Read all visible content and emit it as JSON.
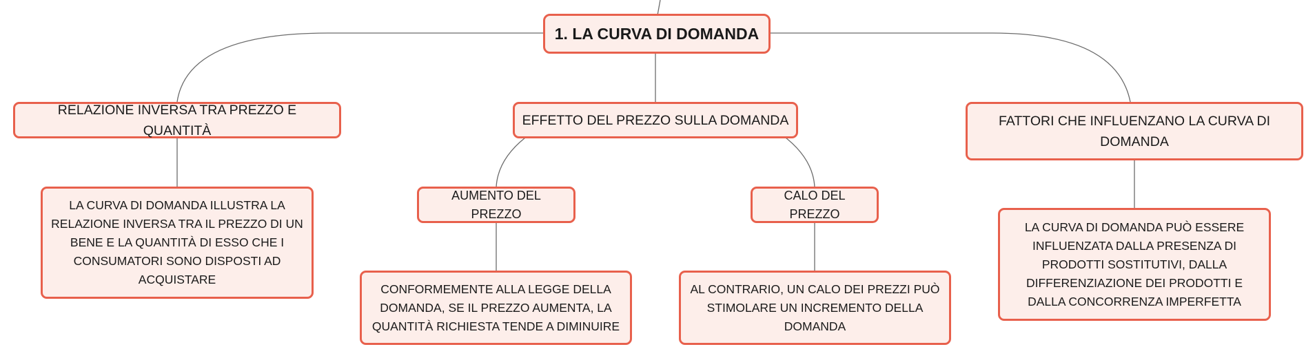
{
  "root": {
    "label": "1. LA CURVA DI DOMANDA"
  },
  "branches": [
    {
      "label": "RELAZIONE INVERSA TRA PREZZO E QUANTITÀ",
      "detail": "LA CURVA DI DOMANDA ILLUSTRA LA RELAZIONE INVERSA TRA IL PREZZO DI UN BENE E LA QUANTITÀ DI ESSO CHE I CONSUMATORI SONO DISPOSTI AD ACQUISTARE"
    },
    {
      "label": "EFFETTO DEL PREZZO SULLA DOMANDA",
      "children": [
        {
          "label": "AUMENTO DEL PREZZO",
          "detail": "CONFORMEMENTE ALLA LEGGE DELLA DOMANDA, SE IL PREZZO AUMENTA, LA QUANTITÀ RICHIESTA TENDE A DIMINUIRE"
        },
        {
          "label": "CALO DEL PREZZO",
          "detail": "AL CONTRARIO, UN CALO DEI PREZZI PUÒ STIMOLARE UN INCREMENTO DELLA DOMANDA"
        }
      ]
    },
    {
      "label": "FATTORI CHE INFLUENZANO LA CURVA DI DOMANDA",
      "detail": "LA CURVA DI DOMANDA PUÒ ESSERE INFLUENZATA DALLA PRESENZA DI PRODOTTI SOSTITUTIVI, DALLA DIFFERENZIAZIONE DEI PRODOTTI E DALLA CONCORRENZA IMPERFETTA"
    }
  ],
  "colors": {
    "node_fill": "#fdeeea",
    "node_border": "#e8604c",
    "connector": "#6b6b6b"
  }
}
